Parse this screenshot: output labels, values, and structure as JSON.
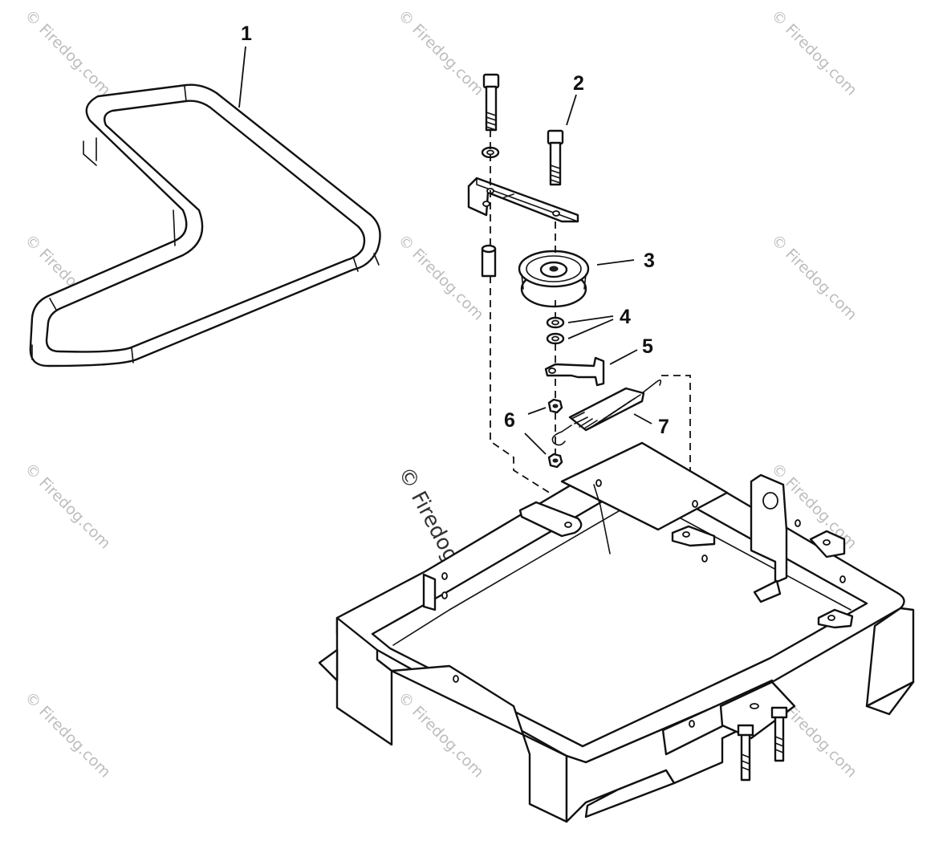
{
  "callouts": {
    "c1": "1",
    "c2": "2",
    "c3": "3",
    "c4": "4",
    "c5": "5",
    "c6": "6",
    "c7": "7"
  },
  "watermark": {
    "text": "© Firedog.com"
  },
  "colors": {
    "line": "#111111",
    "background": "#ffffff",
    "watermark": "#9a9a9a"
  }
}
